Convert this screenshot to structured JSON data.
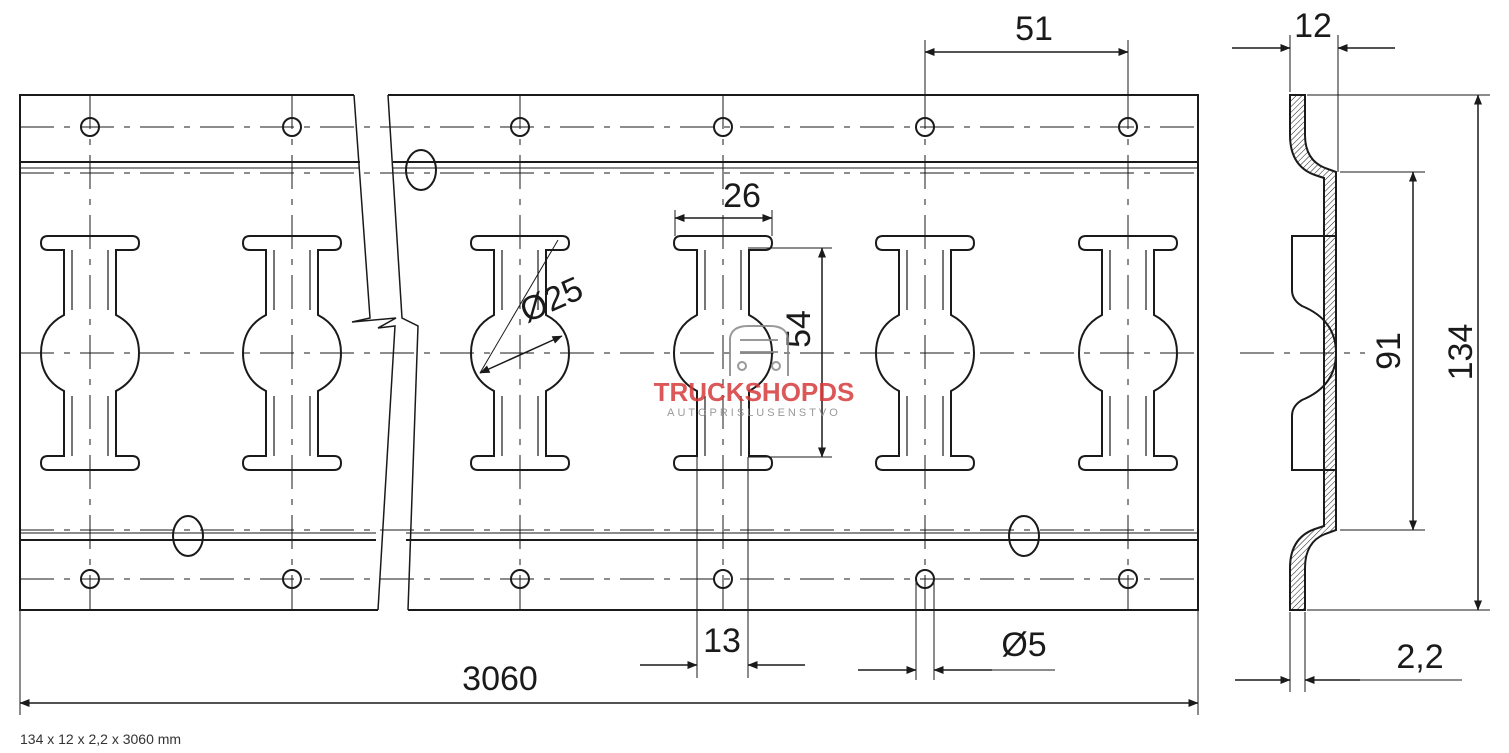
{
  "dimensions": {
    "pitch": "51",
    "thickness_profile": "12",
    "slot_width": "26",
    "slot_height": "54",
    "hole_diameter": "Ø25",
    "inner_height": "91",
    "total_height": "134",
    "web_width": "13",
    "small_hole": "Ø5",
    "length": "3060",
    "wall": "2,2"
  },
  "watermark": {
    "brand": "TRUCKSHOPDS",
    "tagline": "AUTOPRISLUSENSTVO"
  },
  "caption": "134 x 12 x 2,2 x 3060 mm",
  "colors": {
    "line": "#1a1a1a",
    "watermark_red": "#d63b3b",
    "watermark_grey": "#888888"
  }
}
